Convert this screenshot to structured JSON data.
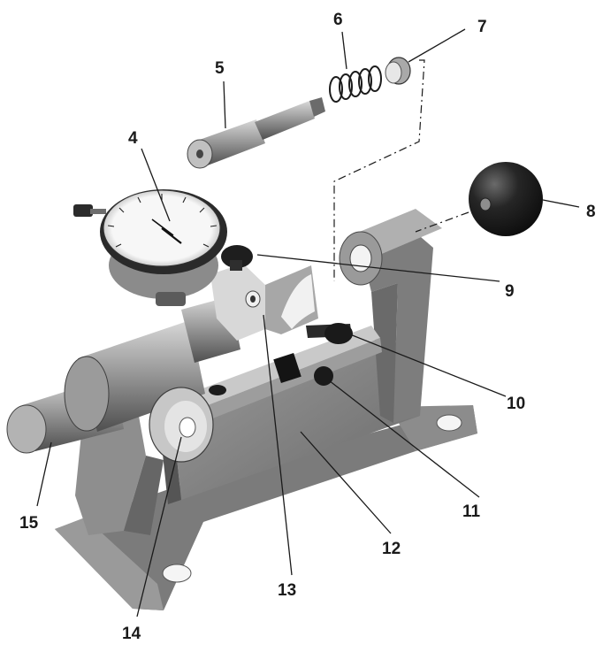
{
  "callouts": {
    "c4": "4",
    "c5": "5",
    "c6": "6",
    "c7": "7",
    "c8": "8",
    "c9": "9",
    "c10": "10",
    "c11": "11",
    "c12": "12",
    "c13": "13",
    "c14": "14",
    "c15": "15"
  },
  "colors": {
    "body": "#8a8a8a",
    "body_dark": "#5e5e5e",
    "body_light": "#b9b9b9",
    "knob": "#1c1c1c",
    "dial_face": "#f4f4f4"
  }
}
